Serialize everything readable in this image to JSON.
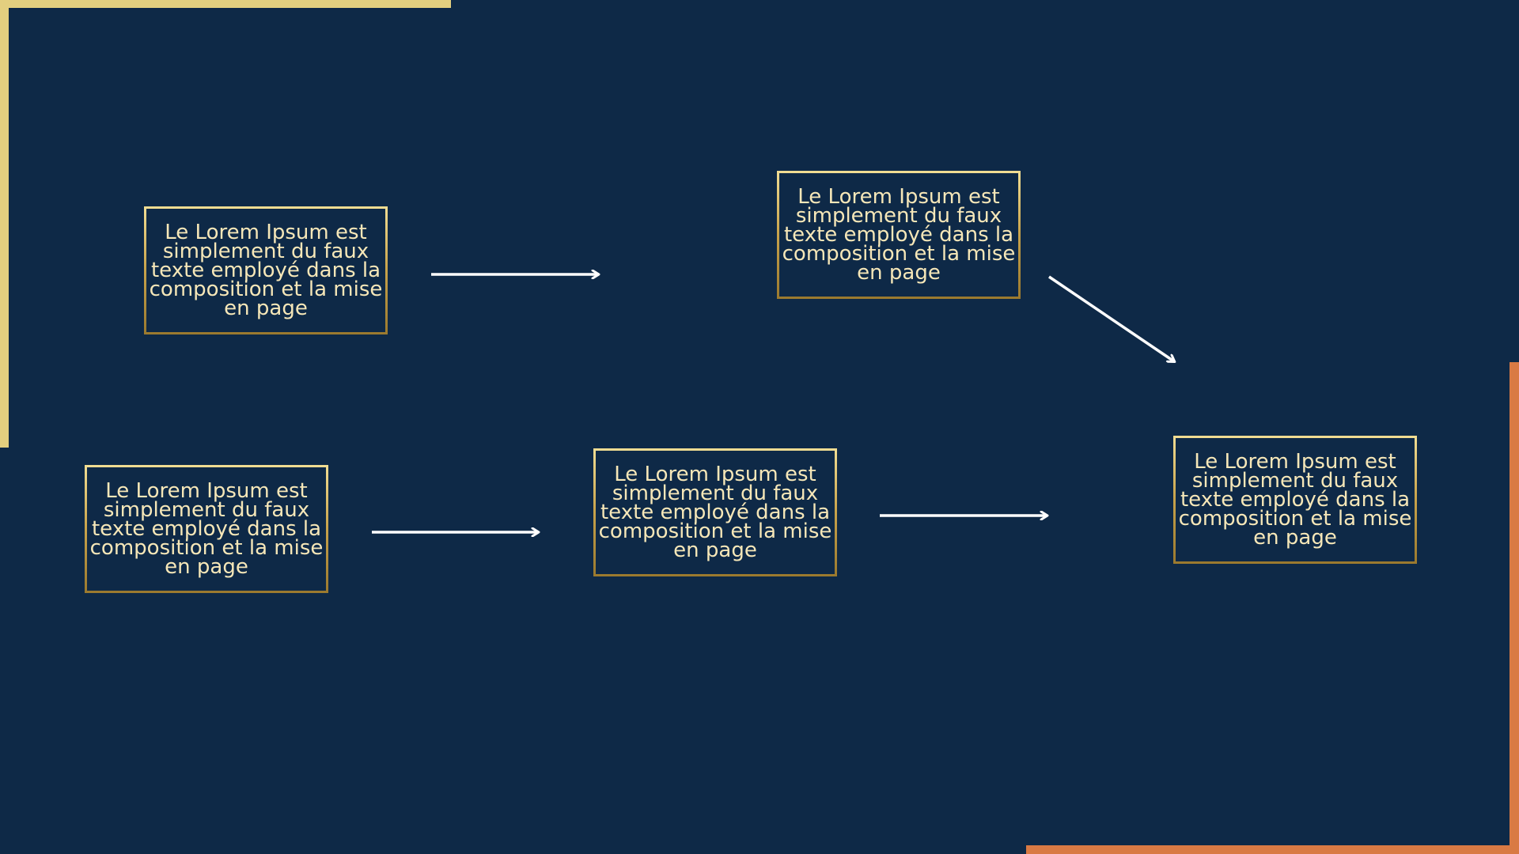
{
  "diagram": {
    "nodes": [
      {
        "id": "n1",
        "text": "Le Lorem Ipsum est simplement du faux texte employé dans la composition et la mise en page"
      },
      {
        "id": "n2",
        "text": "Le Lorem Ipsum est simplement du faux texte employé dans la composition et la mise en page"
      },
      {
        "id": "n3",
        "text": "Le Lorem Ipsum est simplement du faux texte employé dans la composition et la mise en page"
      },
      {
        "id": "n4",
        "text": "Le Lorem Ipsum est simplement du faux texte employé dans la composition et la mise en page"
      },
      {
        "id": "n5",
        "text": "Le Lorem Ipsum est simplement du faux texte employé dans la composition et la mise en page"
      }
    ],
    "edges": [
      {
        "from": "n1",
        "to": "n2"
      },
      {
        "from": "n2",
        "to": "n5"
      },
      {
        "from": "n3",
        "to": "n4"
      },
      {
        "from": "n4",
        "to": "n5"
      }
    ]
  },
  "colors": {
    "background": "#0e2947",
    "accent_gold": "#e3cf7f",
    "accent_orange": "#d97a44",
    "node_border": "#c9a44c",
    "node_text": "#f6e7b8",
    "arrow": "#ffffff"
  }
}
